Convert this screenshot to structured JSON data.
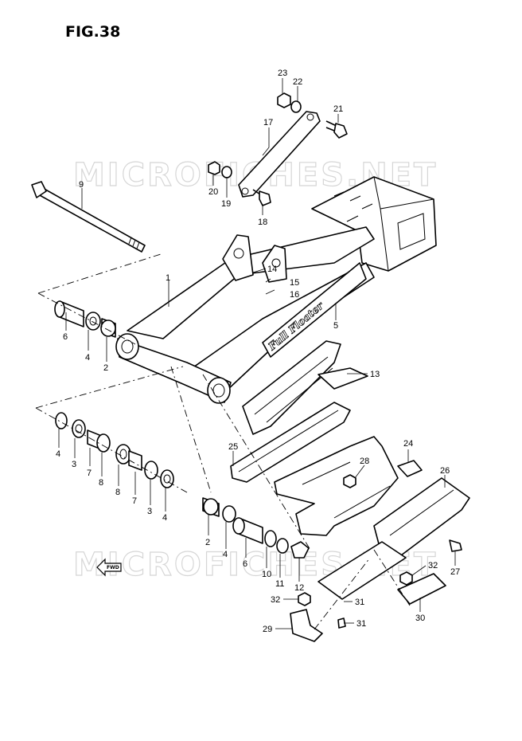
{
  "figure": {
    "title": "FIG.38"
  },
  "watermark": {
    "text": "MICROFICHES.NET"
  },
  "decal": {
    "text": "Full Floater"
  },
  "forward_arrow": {
    "text": "FWD"
  },
  "callouts": [
    "1",
    "2",
    "2",
    "3",
    "3",
    "4",
    "4",
    "4",
    "4",
    "5",
    "6",
    "6",
    "7",
    "7",
    "8",
    "8",
    "9",
    "10",
    "11",
    "12",
    "13",
    "14",
    "15",
    "16",
    "17",
    "18",
    "19",
    "20",
    "21",
    "22",
    "23",
    "24",
    "25",
    "26",
    "27",
    "28",
    "29",
    "30",
    "31",
    "31",
    "32",
    "32"
  ]
}
